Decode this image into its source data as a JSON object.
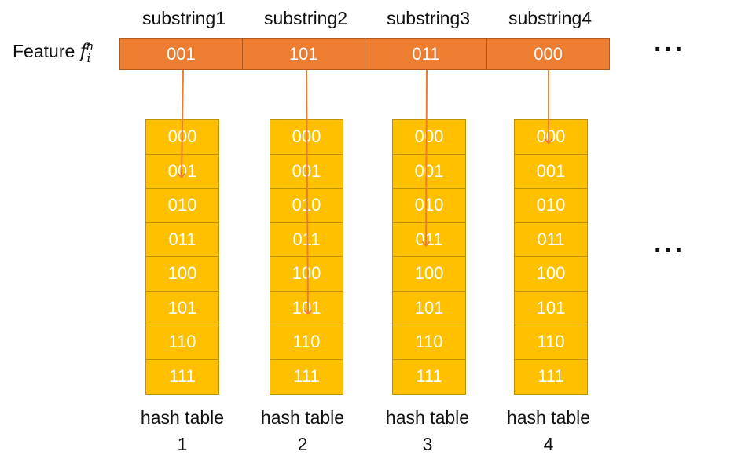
{
  "feature_label": "Feature",
  "feature_symbol": {
    "base": "f",
    "sub": "i",
    "sup": "n"
  },
  "substrings": [
    {
      "label": "substring1",
      "value": "001",
      "target_index": 1
    },
    {
      "label": "substring2",
      "value": "101",
      "target_index": 5
    },
    {
      "label": "substring3",
      "value": "011",
      "target_index": 3
    },
    {
      "label": "substring4",
      "value": "000",
      "target_index": 0
    }
  ],
  "tables": [
    {
      "caption_line1": "hash table",
      "caption_line2": "1"
    },
    {
      "caption_line1": "hash table",
      "caption_line2": "2"
    },
    {
      "caption_line1": "hash table",
      "caption_line2": "3"
    },
    {
      "caption_line1": "hash table",
      "caption_line2": "4"
    }
  ],
  "buckets": [
    "000",
    "001",
    "010",
    "011",
    "100",
    "101",
    "110",
    "111"
  ],
  "ellipsis": "···",
  "colors": {
    "feature_fill": "#ED7D31",
    "feature_border": "#AE5A21",
    "table_fill": "#FFC000",
    "table_border": "#BF9000",
    "arrow": "#ED7D31"
  }
}
